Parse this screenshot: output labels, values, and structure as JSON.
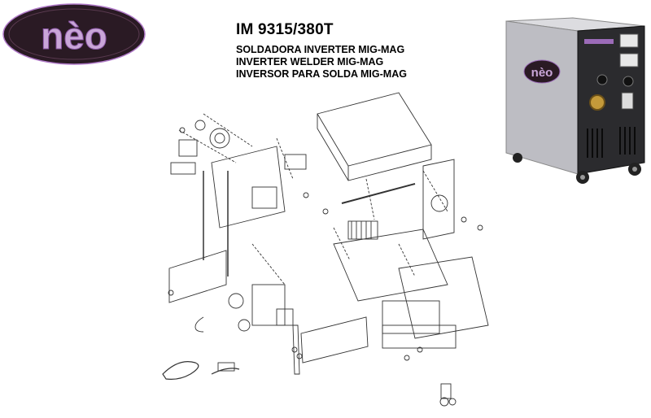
{
  "brand": {
    "logo_text": "nèo",
    "colors": {
      "logo_oval": "#2a1a24",
      "logo_letters": "#c9a6d8",
      "logo_rim": "#b07ac8"
    }
  },
  "document": {
    "model": "IM 9315/380T",
    "subtitles": [
      "SOLDADORA INVERTER MIG-MAG",
      "INVERTER WELDER MIG-MAG",
      "INVERSOR PARA SOLDA MIG-MAG"
    ]
  },
  "machine_photo": {
    "panel_brand": "nèo",
    "colors": {
      "body": "#c8c8cc",
      "panel": "#1c1c1c",
      "accent": "#9b6bb8"
    }
  },
  "diagram": {
    "type": "exploded-parts-view",
    "line_color": "#333333"
  }
}
